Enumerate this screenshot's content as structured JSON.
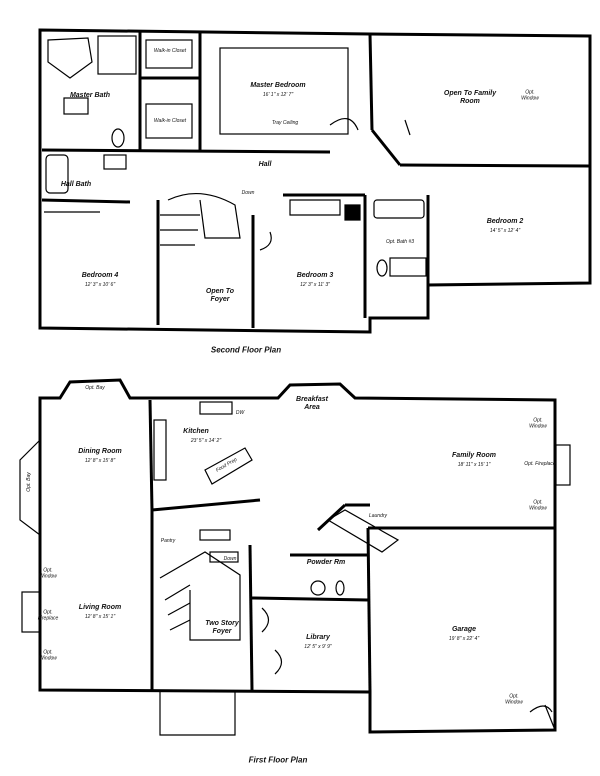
{
  "second_floor": {
    "caption": "Second Floor Plan",
    "rooms": {
      "master_bath": "Master Bath",
      "walkin_closet_1": "Walk-in Closet",
      "walkin_closet_2": "Walk-in Closet",
      "master_bedroom": "Master Bedroom",
      "master_bedroom_size": "16' 1\" x 12' 7\"",
      "tray_ceiling": "Tray Ceiling",
      "open_family": "Open To Family Room",
      "opt_window": "Opt. Window",
      "hall": "Hall",
      "hall_bath": "Hall Bath",
      "down": "Down",
      "opt_bath": "Opt. Bath #3",
      "bedroom2": "Bedroom 2",
      "bedroom2_size": "14' 5\" x 12' 4\"",
      "bedroom4": "Bedroom 4",
      "bedroom4_size": "12' 3\" x 10' 6\"",
      "open_foyer": "Open To Foyer",
      "bedroom3": "Bedroom 3",
      "bedroom3_size": "12' 3\" x 11' 3\""
    }
  },
  "first_floor": {
    "caption": "First Floor Plan",
    "rooms": {
      "opt_bay": "Opt. Bay",
      "breakfast": "Breakfast Area",
      "kitchen": "Kitchen",
      "kitchen_size": "23' 5\" x 14' 2\"",
      "dw": "DW",
      "dining": "Dining Room",
      "dining_size": "12' 8\" x 15' 8\"",
      "family": "Family Room",
      "family_size": "18' 11\" x 15' 1\"",
      "opt_window_1": "Opt. Window",
      "opt_fireplace_1": "Opt. Fireplace",
      "opt_window_2": "Opt. Window",
      "food_prep": "Food Prep",
      "opt_bay_side": "Opt. Bay",
      "pantry": "Pantry",
      "laundry": "Laundry",
      "powder": "Powder Rm",
      "down": "Down",
      "opt_window_3": "Opt. Window",
      "opt_fireplace_2": "Opt. Fireplace",
      "opt_window_4": "Opt. Window",
      "living": "Living Room",
      "living_size": "12' 8\" x 15' 1\"",
      "foyer": "Two Story Foyer",
      "library": "Library",
      "library_size": "12' 5\" x 9' 9\"",
      "garage": "Garage",
      "garage_size": "19' 8\" x 22' 4\"",
      "opt_window_5": "Opt. Window"
    }
  }
}
